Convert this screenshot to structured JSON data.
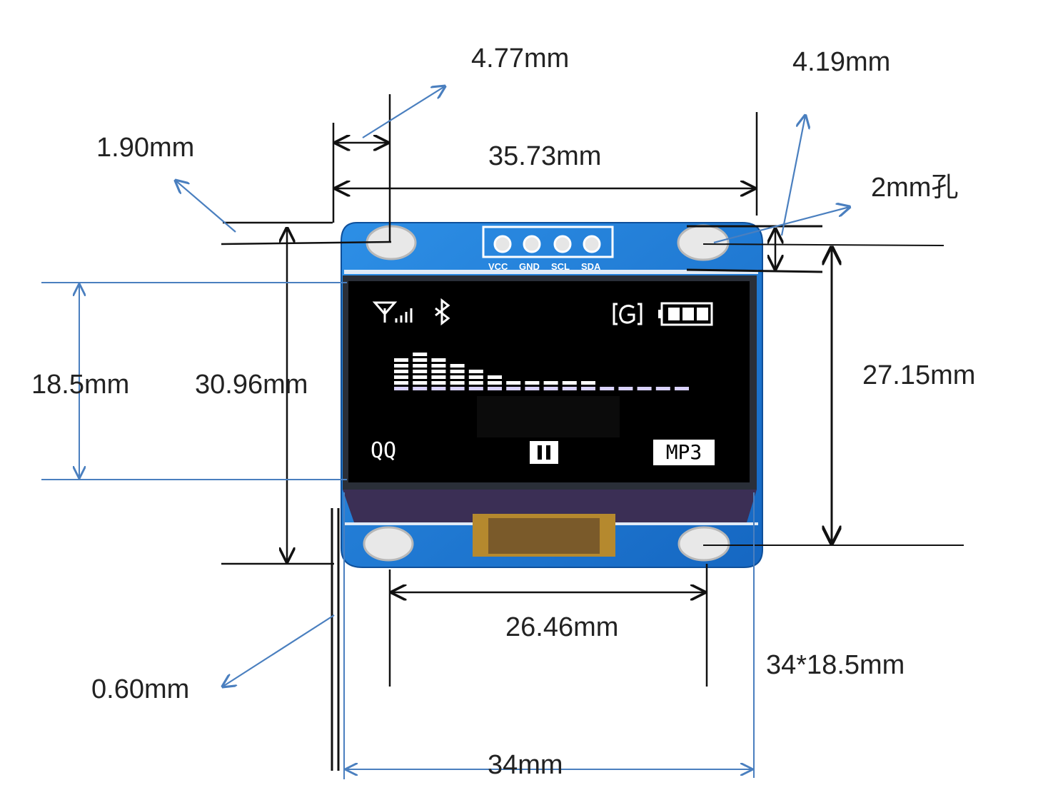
{
  "dimensions": {
    "hole_offset_x": "4.77mm",
    "hole_offset_top_right": "4.19mm",
    "hole_offset_y": "1.90mm",
    "hole_spacing_top": "35.73mm",
    "hole_diameter": "2mm孔",
    "display_height": "18.5mm",
    "hole_spacing_vertical_left": "30.96mm",
    "hole_spacing_vertical_right": "27.15mm",
    "hole_spacing_bottom": "26.46mm",
    "board_thickness": "0.60mm",
    "display_area": "34*18.5mm",
    "board_width": "34mm"
  },
  "header_pins": [
    "VCC",
    "GND",
    "SCL",
    "SDA"
  ],
  "oled_screen": {
    "left_bottom_text": "QQ",
    "right_bottom_text": "MP3",
    "icons": [
      "signal-antenna-icon",
      "bluetooth-icon",
      "g-network-icon",
      "battery-icon",
      "pause-icon"
    ],
    "equalizer_levels": [
      5,
      6,
      5,
      4,
      3,
      2,
      1,
      1,
      1,
      1,
      1,
      0,
      0,
      0,
      0,
      0
    ],
    "colors": {
      "screen": "#000000",
      "pixels": "#ffffff",
      "pcb": "#1f7fd6",
      "dimension_lines": "#111111",
      "callout_arrows": "#4a7fbf"
    }
  }
}
